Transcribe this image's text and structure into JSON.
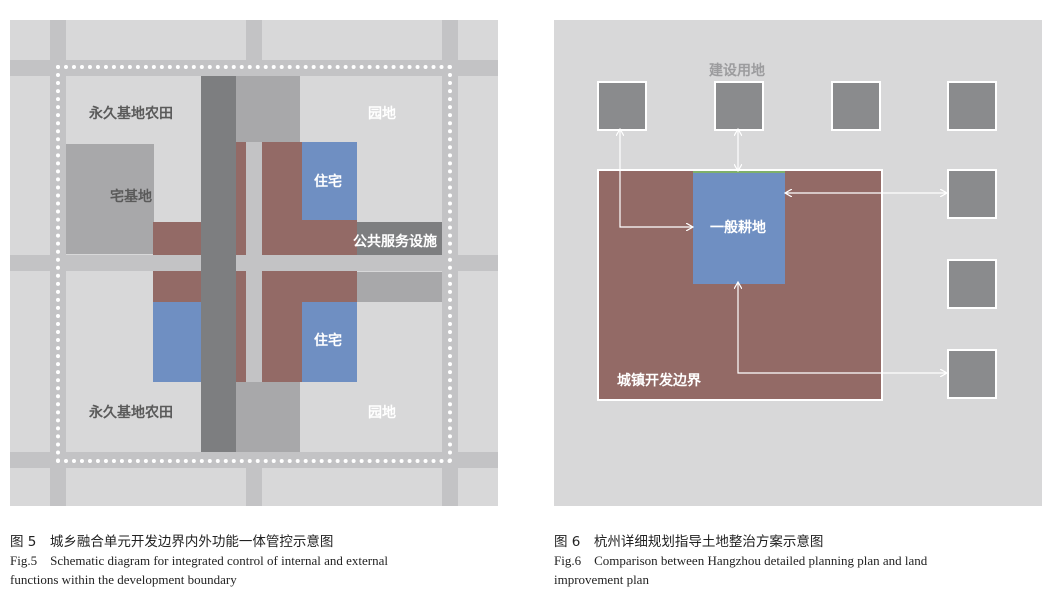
{
  "fig5": {
    "labels": {
      "farmland_top": "永久基地农田",
      "garden_top": "园地",
      "homestead": "宅基地",
      "residential_top": "住宅",
      "public_service": "公共服务设施",
      "residential_bottom": "住宅",
      "farmland_bottom": "永久基地农田",
      "garden_bottom": "园地"
    },
    "caption_cn": "图 5　城乡融合单元开发边界内外功能一体管控示意图",
    "caption_en_line1": "Fig.5　Schematic diagram for integrated control of internal and external",
    "caption_en_line2": "functions within the development boundary"
  },
  "fig6": {
    "labels": {
      "construction_land": "建设用地",
      "general_farmland": "一般耕地",
      "urban_boundary": "城镇开发边界"
    },
    "caption_cn": "图 6　杭州详细规划指导土地整治方案示意图",
    "caption_en_line1": "Fig.6　Comparison between Hangzhou detailed planning plan and land",
    "caption_en_line2": "improvement plan"
  },
  "colors": {
    "background": "#d8d8d9",
    "road": "#c3c3c5",
    "gray_block": "#a8a8aa",
    "dark_road": "#7d7e80",
    "brown": "#936a66",
    "blue": "#6f8fc2",
    "square": "#8a8b8d",
    "white": "#ffffff"
  }
}
